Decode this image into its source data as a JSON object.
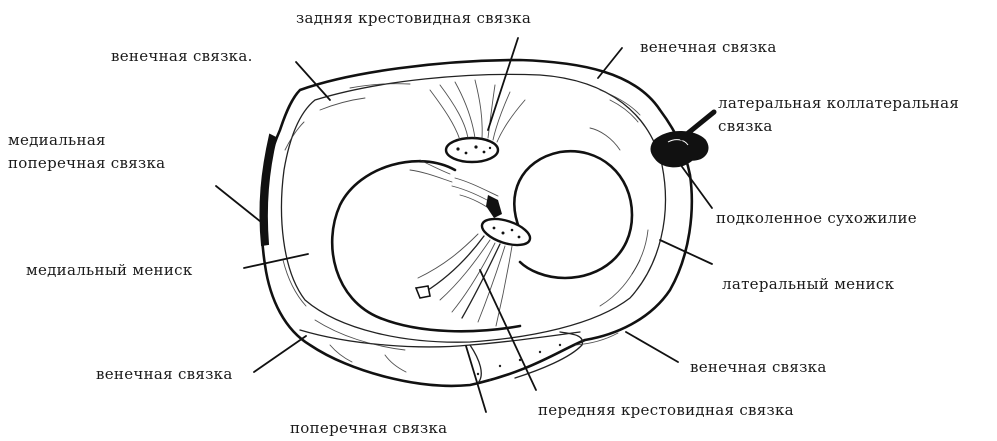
{
  "labels": {
    "posterior_cruciate": "задняя крестовидная связка",
    "coronary_top_left": "венечная связка.",
    "coronary_top_right": "венечная связка",
    "lateral_collateral_l1": "латеральная коллатеральная",
    "lateral_collateral_l2": "связка",
    "medial_transverse_l1": "медиальная",
    "medial_transverse_l2": "поперечная связка",
    "popliteus_tendon": "подколенное сухожилие",
    "medial_meniscus": "медиальный  мениск",
    "lateral_meniscus": "латеральный мениск",
    "coronary_bottom_left": "венечная связка",
    "coronary_bottom_right": "венечная связка",
    "anterior_cruciate": "передняя крестовидная связка",
    "transverse": "поперечная связка"
  }
}
